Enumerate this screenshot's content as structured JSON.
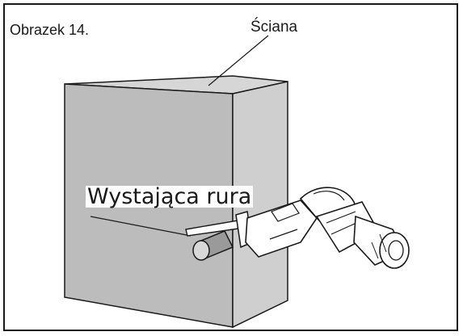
{
  "figure": {
    "label": "Obrazek 14."
  },
  "labels": {
    "wall": "Ściana",
    "pipe": "Wystająca rura"
  },
  "icons": {
    "tool": "reciprocating-saw-icon",
    "pipe": "pipe-icon",
    "wall": "wall-block-icon"
  },
  "colors": {
    "wall_front": "#bcbcbc",
    "wall_side": "#cfcfcf",
    "wall_top": "#d6d6d6",
    "stroke": "#1a1a1a"
  }
}
